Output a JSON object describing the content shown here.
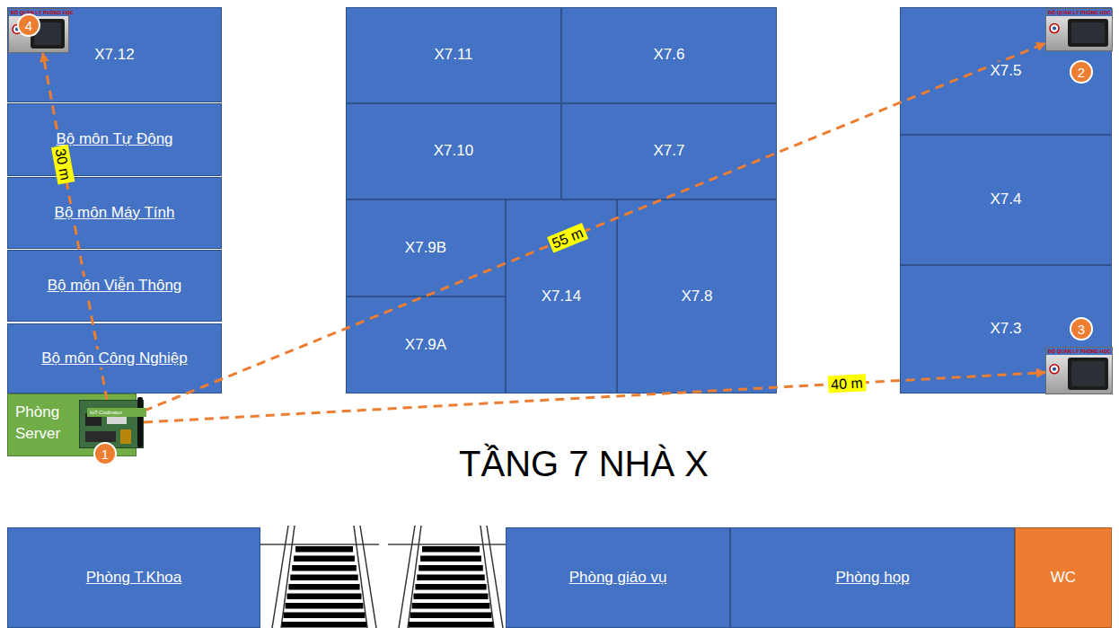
{
  "diagram": {
    "title": "TẦNG 7 NHÀ X",
    "nodes": [
      {
        "text": [
          "X7.12"
        ]
      },
      {
        "text": [
          "BỘ QUẢN LÝ PHÒNG HỌC"
        ],
        "in": 0
      },
      {
        "text": [
          "X7.11"
        ]
      },
      {
        "text": [
          "X7.6"
        ]
      },
      {
        "text": [
          "X7.5"
        ]
      },
      {
        "text": [
          "BỘ QUẢN LÝ PHÒNG HỌC"
        ],
        "in": 4
      },
      {
        "text": [
          "Bộ môn Tự Động"
        ]
      },
      {
        "text": [
          "X7.10"
        ]
      },
      {
        "text": [
          "X7.7"
        ]
      },
      {
        "text": [
          "X7.4"
        ]
      },
      {
        "text": [
          "Bộ môn Máy Tính"
        ]
      },
      {
        "text": [
          "X7.9B"
        ]
      },
      {
        "text": [
          "X7.14"
        ]
      },
      {
        "text": [
          "X7.8"
        ]
      },
      {
        "text": [
          "Bộ môn Viễn Thông"
        ]
      },
      {
        "text": [
          "X7.9A"
        ]
      },
      {
        "text": [
          "X7.3"
        ]
      },
      {
        "text": [
          "BỘ QUẢN LÝ PHÒNG HỌC"
        ],
        "in": 16
      },
      {
        "text": [
          "Bộ môn Công Nghiệp"
        ]
      },
      {
        "text": [
          "Phòng Server"
        ]
      },
      {
        "text": [
          "IoT-Codinator"
        ],
        "in": 19
      },
      {
        "text": [
          "Phòng T.Khoa"
        ]
      },
      {
        "text": [
          "Phòng giáo vụ"
        ]
      },
      {
        "text": [
          "Phòng họp"
        ]
      },
      {
        "text": [
          "WC"
        ]
      }
    ],
    "edges": [
      {
        "from": 20,
        "to": 1,
        "label": "30 m",
        "arrow": "to"
      },
      {
        "from": 20,
        "to": 5,
        "label": "55 m",
        "arrow": "to"
      },
      {
        "from": 20,
        "to": 17,
        "label": "40 m",
        "arrow": "to"
      }
    ],
    "labels": [
      "1",
      "2",
      "3",
      "4"
    ]
  }
}
